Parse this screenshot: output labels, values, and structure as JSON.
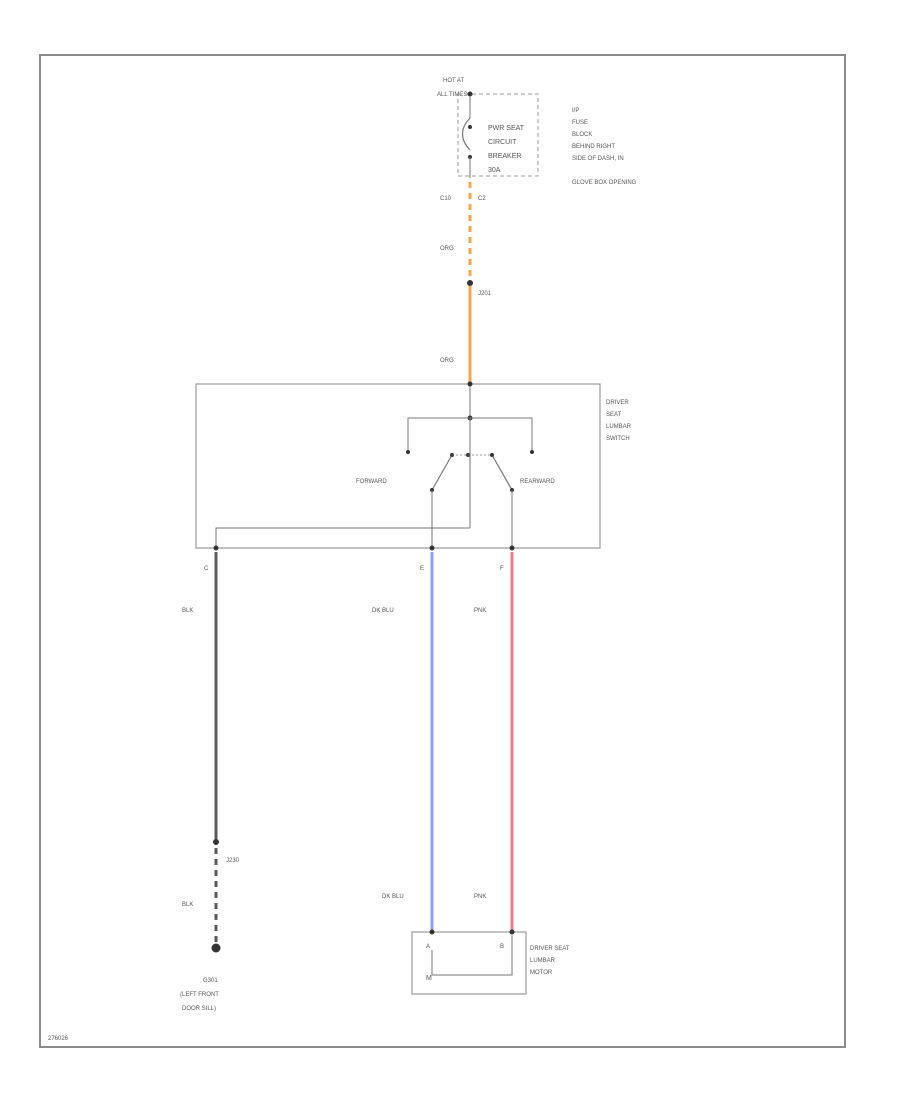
{
  "colors": {
    "frame": "#8a8a8a",
    "box": "#9a9a9a",
    "orange_wire": "#f5a64a",
    "blue_wire": "#8f9fe8",
    "pink_wire": "#f2788c",
    "black_wire": "#5a5a5a",
    "text": "#555555",
    "dot": "#333333"
  },
  "power": {
    "hot_at_line1": "HOT AT",
    "hot_at_line2": "ALL TIMES",
    "breaker_line1": "PWR SEAT",
    "breaker_line2": "CIRCUIT",
    "breaker_line3": "BREAKER",
    "breaker_line4": "30A",
    "fuse_block_lines": [
      "I/P",
      "FUSE",
      "BLOCK",
      "BEHIND RIGHT",
      "SIDE OF DASH, IN",
      "GLOVE BOX OPENING"
    ],
    "connector_left": "C10",
    "connector_right": "C2"
  },
  "wires": {
    "orange_label_1": "ORG",
    "splice_label": "J201",
    "orange_label_2": "ORG",
    "gnd_left": "BLK",
    "blue_top": "DK BLU",
    "pink_top": "PNK",
    "blue_bottom": "DK BLU",
    "pink_bottom": "PNK",
    "gnd_splice": "J230",
    "gnd_bottom": "BLK"
  },
  "switch": {
    "name_lines": [
      "DRIVER",
      "SEAT",
      "LUMBAR",
      "SWITCH"
    ],
    "forward": "FORWARD",
    "rearward": "REARWARD",
    "pin_c": "C",
    "pin_e": "E",
    "pin_f": "F"
  },
  "ground": {
    "id": "G301",
    "line1": "(LEFT FRONT",
    "line2": "DOOR SILL)"
  },
  "motor": {
    "name_lines": [
      "DRIVER SEAT",
      "LUMBAR",
      "MOTOR"
    ],
    "pin_a": "A",
    "pin_b": "B",
    "symbol": "M"
  },
  "footer": {
    "code": "276026"
  }
}
